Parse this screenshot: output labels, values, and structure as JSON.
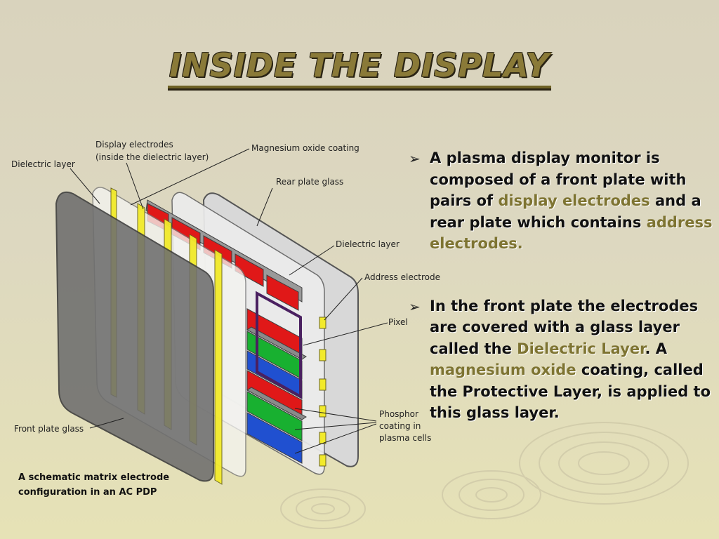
{
  "title": "INSIDE THE DISPLAY",
  "diagram": {
    "labels": {
      "display_electrodes_1": "Display electrodes",
      "display_electrodes_2": "(inside the dielectric layer)",
      "magnesium": "Magnesium oxide coating",
      "dielectric_left": "Dielectric layer",
      "rear_plate": "Rear plate glass",
      "dielectric_right": "Dielectric layer",
      "address_electrode": "Address electrode",
      "pixel": "Pixel",
      "phosphor_1": "Phosphor",
      "phosphor_2": "coating in",
      "phosphor_3": "plasma cells",
      "front_plate": "Front plate glass"
    },
    "caption_1": "A schematic matrix electrode",
    "caption_2": "configuration in an AC PDP"
  },
  "bullets": [
    {
      "p1": "A  plasma display monitor is composed of a front plate with pairs of ",
      "h1": "display electrodes",
      "p2": " and a rear plate which contains ",
      "h2": "address electrodes.",
      "p3": ""
    },
    {
      "p1": "In the front plate the electrodes are covered with a glass layer called the ",
      "h1": "Dielectric Layer",
      "p2": ". A ",
      "h2": "magnesium oxide",
      "p3": " coating, called the Protective Layer, is applied to this glass layer."
    }
  ],
  "colors": {
    "title": "#8a7a38",
    "highlight": "#7e7432",
    "phosphor_red": "#e01818",
    "phosphor_green": "#18b030",
    "phosphor_blue": "#2050d0",
    "electrode_yellow": "#f2ea2a",
    "pixel_outline": "#4a2060"
  }
}
